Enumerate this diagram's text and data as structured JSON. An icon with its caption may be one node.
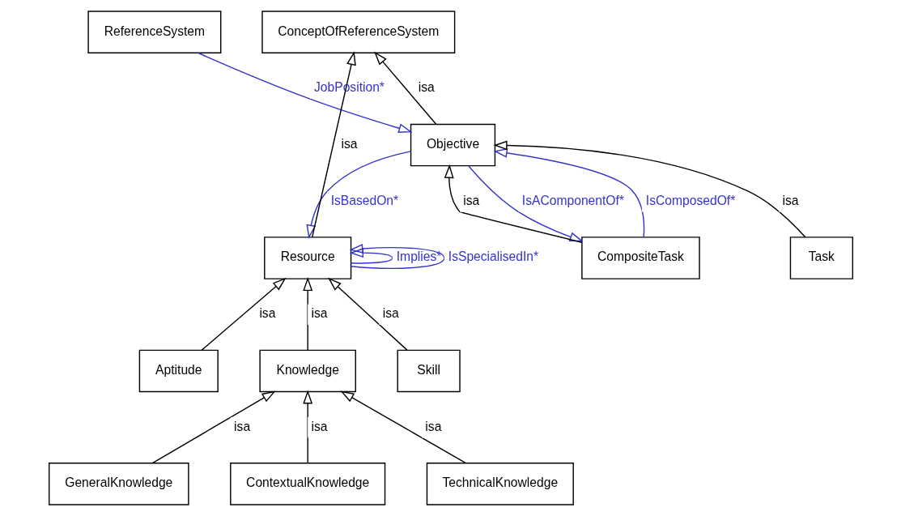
{
  "diagram": {
    "nodes": [
      {
        "text": [
          "ReferenceSystem"
        ]
      },
      {
        "text": [
          "ConceptOfReferenceSystem"
        ]
      },
      {
        "text": [
          "Objective"
        ]
      },
      {
        "text": [
          "CompositeTask"
        ]
      },
      {
        "text": [
          "Task"
        ]
      },
      {
        "text": [
          "Resource"
        ]
      },
      {
        "text": [
          "Aptitude"
        ]
      },
      {
        "text": [
          "Knowledge"
        ]
      },
      {
        "text": [
          "Skill"
        ]
      },
      {
        "text": [
          "GeneralKnowledge"
        ]
      },
      {
        "text": [
          "ContextualKnowledge"
        ]
      },
      {
        "text": [
          "TechnicalKnowledge"
        ]
      }
    ],
    "edges": [
      {
        "from": 0,
        "to": 2,
        "arrow": "to",
        "label": "JobPosition*",
        "color": "#3333cc"
      },
      {
        "from": 2,
        "to": 1,
        "arrow": "to",
        "label": "isa"
      },
      {
        "from": 2,
        "to": 3,
        "arrow": "to",
        "label": "IsAComponentOf*",
        "color": "#3333cc"
      },
      {
        "from": 3,
        "to": 2,
        "arrow": "to",
        "label": "IsComposedOf*",
        "color": "#3333cc"
      },
      {
        "from": 3,
        "to": 2,
        "arrow": "to",
        "label": "isa"
      },
      {
        "from": 4,
        "to": 2,
        "arrow": "to",
        "label": "isa"
      },
      {
        "from": 2,
        "to": 5,
        "arrow": "to",
        "label": "IsBasedOn*",
        "color": "#3333cc"
      },
      {
        "from": 5,
        "to": 1,
        "arrow": "to",
        "label": "isa"
      },
      {
        "from": 5,
        "to": 5,
        "arrow": "to",
        "label": "Implies*",
        "color": "#3333cc"
      },
      {
        "from": 5,
        "to": 5,
        "arrow": "to",
        "label": "IsSpecialisedIn*",
        "color": "#3333cc"
      },
      {
        "from": 6,
        "to": 5,
        "arrow": "to",
        "label": "isa"
      },
      {
        "from": 7,
        "to": 5,
        "arrow": "to",
        "label": "isa"
      },
      {
        "from": 8,
        "to": 5,
        "arrow": "to",
        "label": "isa"
      },
      {
        "from": 9,
        "to": 7,
        "arrow": "to",
        "label": "isa"
      },
      {
        "from": 10,
        "to": 7,
        "arrow": "to",
        "label": "isa"
      },
      {
        "from": 11,
        "to": 7,
        "arrow": "to",
        "label": "isa"
      }
    ]
  }
}
